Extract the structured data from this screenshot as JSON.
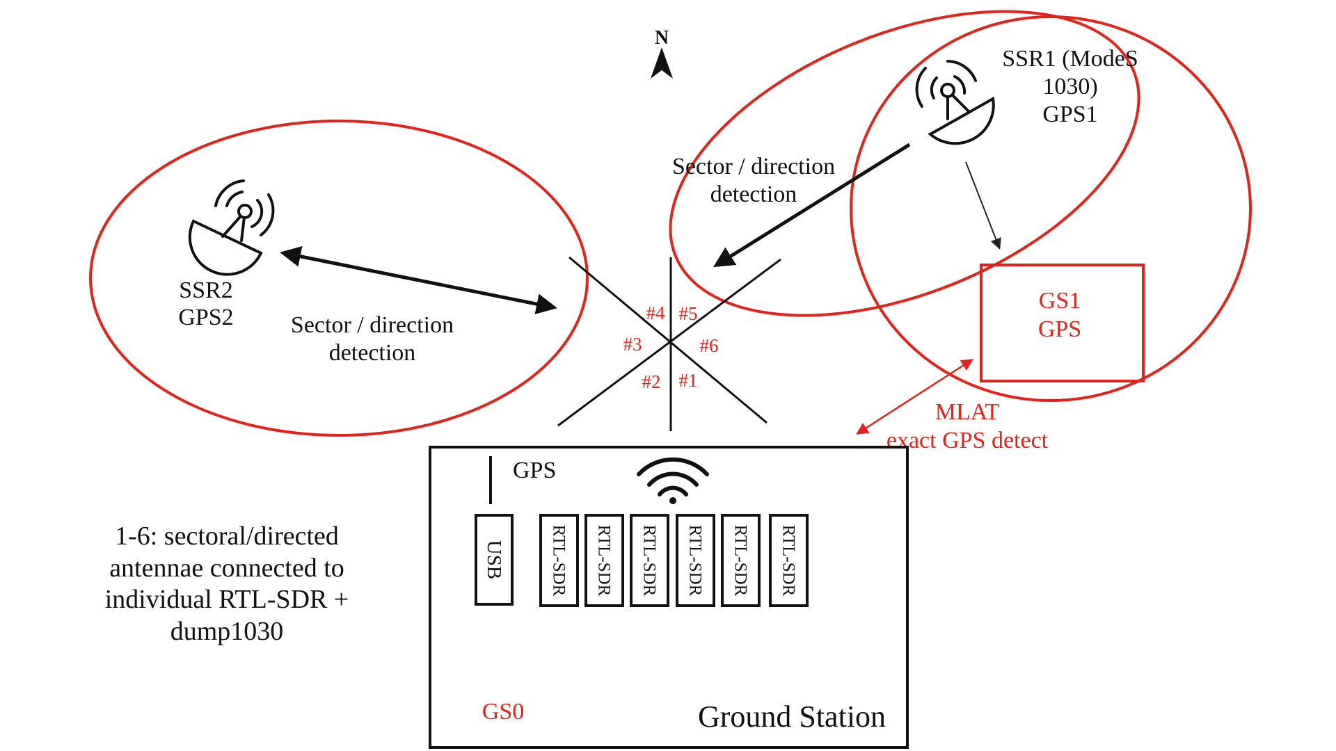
{
  "north": {
    "letter": "N"
  },
  "ssr1": {
    "line1": "SSR1 (ModeS",
    "line2": "1030)",
    "line3": "GPS1"
  },
  "ssr2": {
    "line1": "SSR2",
    "line2": "GPS2"
  },
  "sector_label_left": {
    "line1": "Sector / direction",
    "line2": "detection"
  },
  "sector_label_top": {
    "line1": "Sector / direction",
    "line2": "detection"
  },
  "sectors": [
    "#1",
    "#2",
    "#3",
    "#4",
    "#5",
    "#6"
  ],
  "gs1": {
    "line1": "GS1",
    "line2": "GPS"
  },
  "mlat": {
    "line1": "MLAT",
    "line2": "exact GPS detect"
  },
  "ground_station": {
    "title": "Ground Station",
    "id": "GS0",
    "gps_label": "GPS",
    "usb_label": "USB",
    "sdr_labels": [
      "RTL-SDR",
      "RTL-SDR",
      "RTL-SDR",
      "RTL-SDR",
      "RTL-SDR",
      "RTL-SDR"
    ]
  },
  "note": {
    "line1": "1-6: sectoral/directed",
    "line2": "antennae connected to",
    "line3": "individual RTL-SDR +",
    "line4": "dump1030"
  },
  "colors": {
    "red": "#e2231a",
    "black": "#111111"
  }
}
